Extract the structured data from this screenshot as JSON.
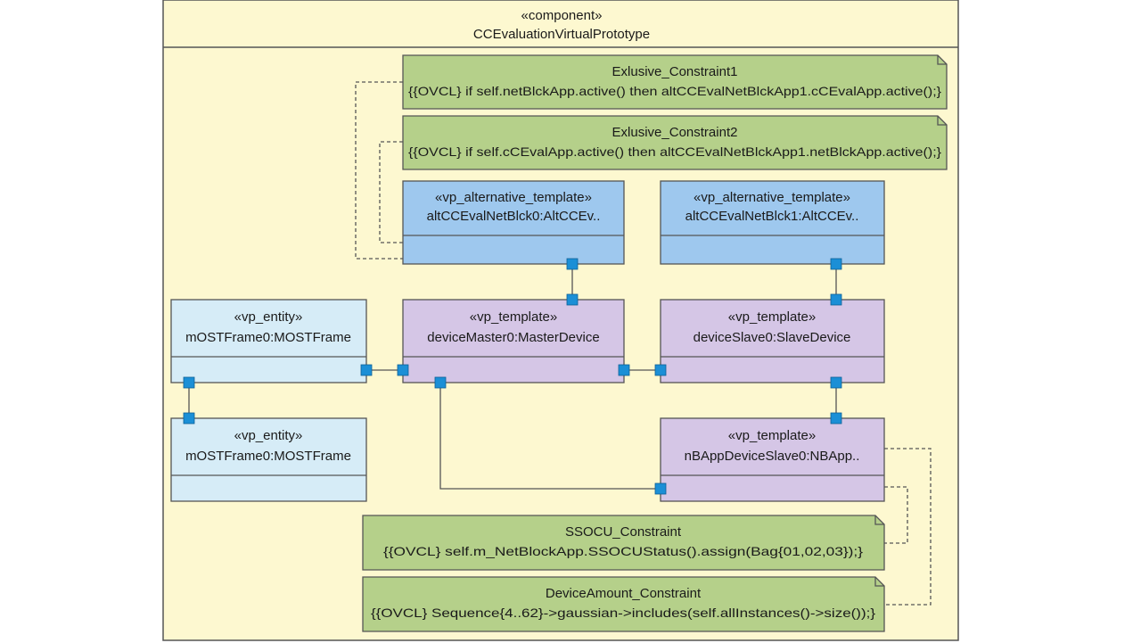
{
  "component": {
    "stereotype": "«component»",
    "name": "CCEvaluationVirtualPrototype"
  },
  "notes": {
    "exclusive1": {
      "title": "Exlusive_Constraint1",
      "body": "{{OVCL} if self.netBlckApp.active() then altCCEvalNetBlckApp1.cCEvalApp.active();}"
    },
    "exclusive2": {
      "title": "Exlusive_Constraint2",
      "body": "{{OVCL} if self.cCEvalApp.active() then altCCEvalNetBlckApp1.netBlckApp.active();}"
    },
    "ssocu": {
      "title": "SSOCU_Constraint",
      "body": "{{OVCL} self.m_NetBlockApp.SSOCUStatus().assign(Bag{01,02,03});}"
    },
    "deviceAmount": {
      "title": "DeviceAmount_Constraint",
      "body": "{{OVCL} Sequence{4..62}->gaussian->includes(self.allInstances()->size());}"
    }
  },
  "parts": {
    "alt0": {
      "stereotype": "«vp_alternative_template»",
      "name": "altCCEvalNetBlck0:AltCCEv.."
    },
    "alt1": {
      "stereotype": "«vp_alternative_template»",
      "name": "altCCEvalNetBlck1:AltCCEv.."
    },
    "entity0": {
      "stereotype": "«vp_entity»",
      "name": "mOSTFrame0:MOSTFrame"
    },
    "entity1": {
      "stereotype": "«vp_entity»",
      "name": "mOSTFrame0:MOSTFrame"
    },
    "master": {
      "stereotype": "«vp_template»",
      "name": "deviceMaster0:MasterDevice"
    },
    "slave": {
      "stereotype": "«vp_template»",
      "name": "deviceSlave0:SlaveDevice"
    },
    "nbapp": {
      "stereotype": "«vp_template»",
      "name": "nBAppDeviceSlave0:NBApp.."
    }
  },
  "colors": {
    "frame_fill": "#fdf8d0",
    "note_fill": "#b5d08a",
    "alt_fill": "#9ec8ee",
    "entity_fill": "#d6ecf7",
    "template_fill": "#d5c6e6",
    "port_fill": "#1b8fd6",
    "line": "#555555"
  }
}
